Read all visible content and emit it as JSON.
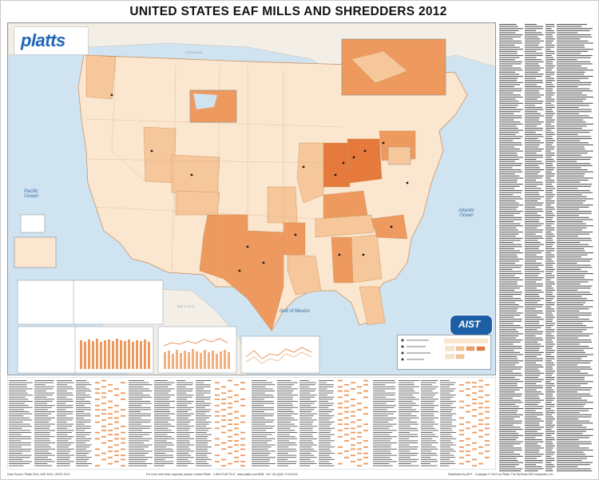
{
  "title": "UNITED STATES EAF MILLS AND SHREDDERS 2012",
  "brand": {
    "logo_text": "platts",
    "partner_logo_text": "AIST"
  },
  "map_labels": {
    "canada": "CANADA",
    "mexico": "MEXICO",
    "pacific": "Pacific\nOcean",
    "atlantic": "Atlantic\nOcean",
    "gulf": "Gulf of Mexico"
  },
  "colors": {
    "water": "#cfe3f1",
    "land_light": "#fbe6cf",
    "land_mid": "#f6c79a",
    "land_strong": "#ee9a5f",
    "land_dark": "#e57a3c",
    "accent": "#1e66b5"
  },
  "footer": {
    "left": "Data Source: Platts 2011, AISI 2012, USGS 2012",
    "center": "For more and other requests, please contact Platts · 1-800-PLATTS-8 · www.platts.com/SBB · UK +44-(0)20-7176-6111",
    "right": "Distributed by AIST · Copyright © 2012 by Platts, The McGraw-Hill Companies, Inc."
  }
}
